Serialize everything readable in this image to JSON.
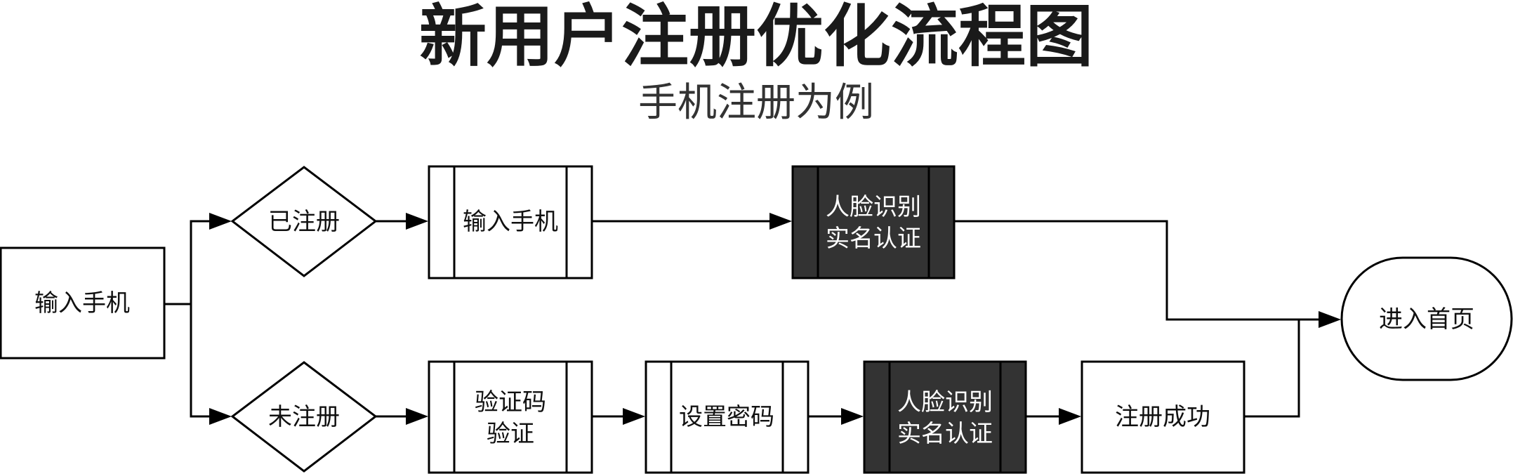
{
  "title": "新用户注册优化流程图",
  "subtitle": "手机注册为例",
  "colors": {
    "stroke": "#000000",
    "fill": "#ffffff",
    "dark_fill": "#333333",
    "dark_text": "#ffffff",
    "text": "#111111"
  },
  "nodes": {
    "start": {
      "label": "输入手机"
    },
    "registered": {
      "label": "已注册"
    },
    "unregistered": {
      "label": "未注册"
    },
    "input_phone": {
      "label": "输入手机"
    },
    "face_top": {
      "label_line1": "人脸识别",
      "label_line2": "实名认证"
    },
    "verify_code": {
      "label_line1": "验证码",
      "label_line2": "验证"
    },
    "set_password": {
      "label": "设置密码"
    },
    "face_bottom": {
      "label_line1": "人脸识别",
      "label_line2": "实名认证"
    },
    "register_success": {
      "label": "注册成功"
    },
    "enter_home": {
      "label": "进入首页"
    }
  }
}
